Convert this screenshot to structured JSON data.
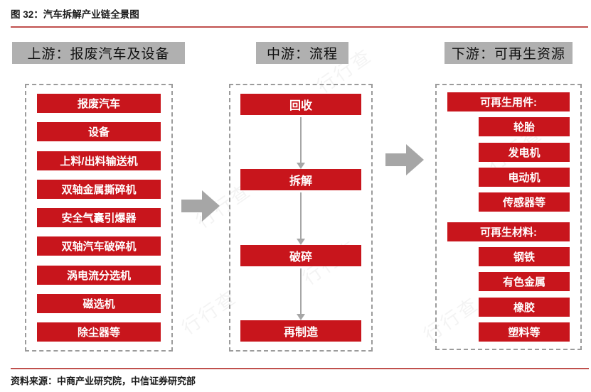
{
  "title": "图 32：汽车拆解产业链全景图",
  "source": "资料来源：中商产业研究院，中信证券研究部",
  "watermark": "行行查",
  "colors": {
    "box_red": "#c8151c",
    "header_gray": "#b0b0b0",
    "arrow_gray": "#a6a6a6",
    "dashed_border_gray": "#9b9b9b",
    "rule_red": "#c0504d",
    "text_white": "#ffffff",
    "text_black": "#1a1a1a"
  },
  "diagram": {
    "upstream": {
      "header": "上游：报废汽车及设备",
      "items": [
        "报废汽车",
        "设备",
        "上料/出料输送机",
        "双轴金属撕碎机",
        "安全气囊引爆器",
        "双轴汽车破碎机",
        "涡电流分选机",
        "磁选机",
        "除尘器等"
      ]
    },
    "midstream": {
      "header": "中游：流程",
      "steps": [
        "回收",
        "拆解",
        "破碎",
        "再制造"
      ]
    },
    "downstream": {
      "header": "下游：可再生资源",
      "groups": [
        {
          "label": "可再生用件:",
          "items": [
            "轮胎",
            "发电机",
            "电动机",
            "传感器等"
          ]
        },
        {
          "label": "可再生材料:",
          "items": [
            "钢铁",
            "有色金属",
            "橡胶",
            "塑料等"
          ]
        }
      ]
    }
  }
}
